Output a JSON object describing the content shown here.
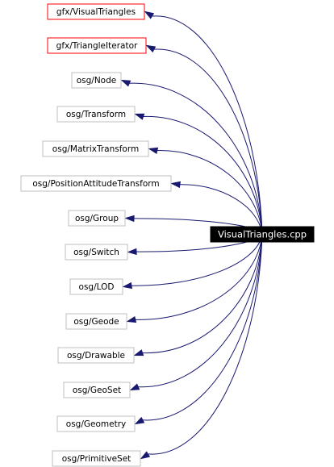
{
  "graph": {
    "root": "VisualTriangles.cpp",
    "includes": [
      {
        "label": "gfx/VisualTriangles",
        "highlight": true
      },
      {
        "label": "gfx/TriangleIterator",
        "highlight": true
      },
      {
        "label": "osg/Node",
        "highlight": false
      },
      {
        "label": "osg/Transform",
        "highlight": false
      },
      {
        "label": "osg/MatrixTransform",
        "highlight": false
      },
      {
        "label": "osg/PositionAttitudeTransform",
        "highlight": false
      },
      {
        "label": "osg/Group",
        "highlight": false
      },
      {
        "label": "osg/Switch",
        "highlight": false
      },
      {
        "label": "osg/LOD",
        "highlight": false
      },
      {
        "label": "osg/Geode",
        "highlight": false
      },
      {
        "label": "osg/Drawable",
        "highlight": false
      },
      {
        "label": "osg/GeoSet",
        "highlight": false
      },
      {
        "label": "osg/Geometry",
        "highlight": false
      },
      {
        "label": "osg/PrimitiveSet",
        "highlight": false
      }
    ]
  },
  "colors": {
    "edge": "#191970",
    "highlight_border": "#ff0000",
    "normal_border": "#bfbfbf",
    "root_fill": "#000000",
    "root_text": "#ffffff"
  }
}
